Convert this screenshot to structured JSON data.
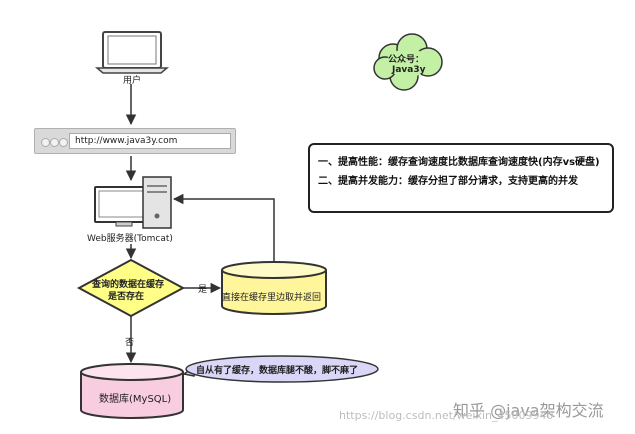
{
  "diagram": {
    "user_label": "用户",
    "url_text": "http://www.java3y.com",
    "server_label": "Web服务器(Tomcat)",
    "decision_label_line1": "查询的数据在缓存",
    "decision_label_line2": "是否存在",
    "yes_label": "是",
    "no_label": "否",
    "cache_label": "直接在缓存里边取并返回",
    "database_label": "数据库(MySQL)",
    "speech_bubble": "自从有了缓存，数据库腿不酸，脚不麻了",
    "cloud_line1": "公众号：",
    "cloud_line2": "Java3y",
    "note_line1": "一、提高性能：缓存查询速度比数据库查询速度快(内存vs硬盘)",
    "note_line2": "二、提高并发能力：缓存分担了部分请求，支持更高的并发"
  },
  "watermark": {
    "zhihu": "知乎 @java架构交流",
    "blog_url": "https://blog.csdn.net/weixin_45009940"
  },
  "colors": {
    "decision_fill": "#ffff88",
    "cache_fill": "#fff59a",
    "database_fill": "#f9cde0",
    "bubble_fill": "#d9d6f7",
    "cloud_fill": "#c4f0a6",
    "line": "#333333"
  }
}
